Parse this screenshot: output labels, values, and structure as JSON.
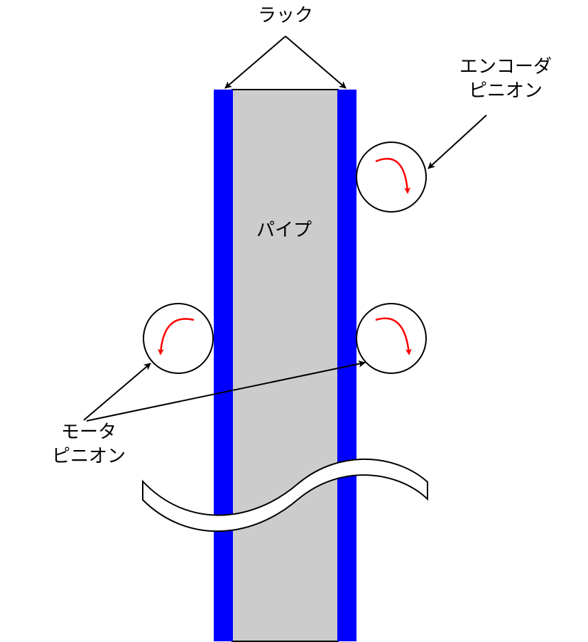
{
  "labels": {
    "rack": "ラック",
    "encoder_pinion_line1": "エンコーダ",
    "encoder_pinion_line2": "ピニオン",
    "pipe": "パイプ",
    "motor_pinion_line1": "モータ",
    "motor_pinion_line2": "ピニオン"
  },
  "colors": {
    "rack": "#0000ff",
    "pipe": "#cccccc",
    "rotation_arrow": "#ff0000",
    "outline": "#000000",
    "background": "#ffffff"
  },
  "pinions": [
    {
      "role": "encoder",
      "side": "right",
      "rotation": "clockwise"
    },
    {
      "role": "motor",
      "side": "left",
      "rotation": "counterclockwise"
    },
    {
      "role": "motor",
      "side": "right",
      "rotation": "clockwise"
    }
  ]
}
